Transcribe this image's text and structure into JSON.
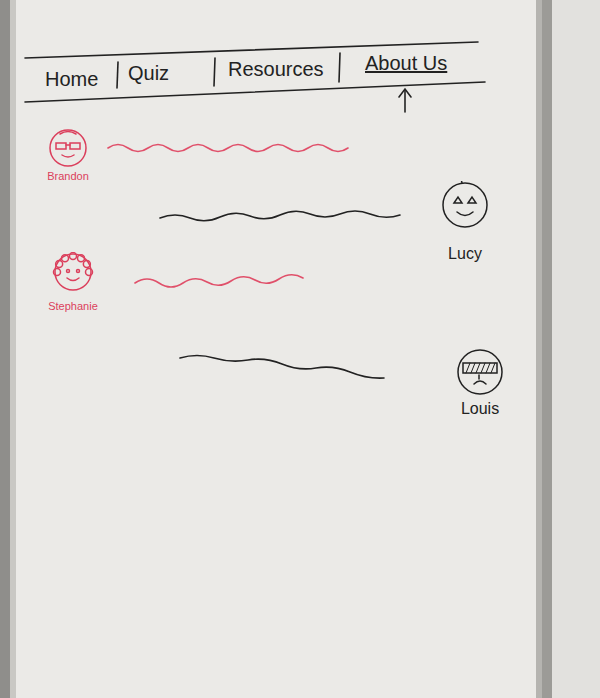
{
  "diagram": {
    "nodes": [
      {
        "text": [
          "Home",
          "Quiz",
          "Resources",
          "About Us"
        ]
      },
      {
        "text": [
          "Brandon"
        ]
      },
      {
        "text": [
          "Lucy"
        ]
      },
      {
        "text": [
          "Stephanie"
        ]
      },
      {
        "text": [
          "Louis"
        ]
      }
    ]
  }
}
